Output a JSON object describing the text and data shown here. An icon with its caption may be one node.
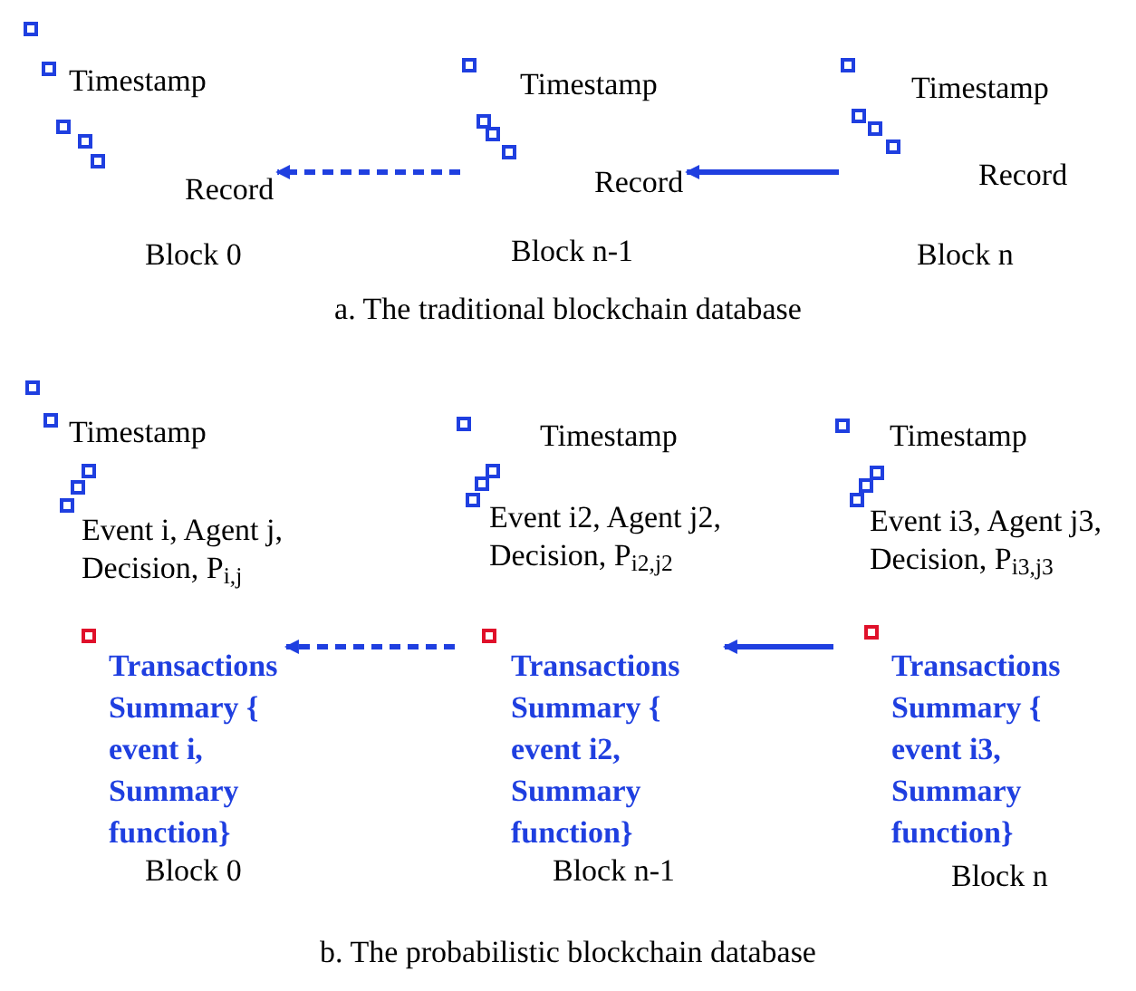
{
  "diagram": {
    "nodes": [
      {
        "text": [
          "Timestamp",
          "Record",
          "Block 0"
        ]
      },
      {
        "text": [
          "Timestamp",
          "Record",
          "Block n-1"
        ]
      },
      {
        "text": [
          "Timestamp",
          "Record",
          "Block n"
        ]
      },
      {
        "text": [
          "Timestamp",
          "Event i, Agent j, Decision, P$_{i,j}$",
          "Transactions Summary { event i, Summary function}",
          "Block 0"
        ]
      },
      {
        "text": [
          "Timestamp",
          "Event i2, Agent j2, Decision, P$_{i2,j2}$",
          "Transactions Summary { event i2, Summary function}",
          "Block n-1"
        ]
      },
      {
        "text": [
          "Timestamp",
          "Event i3, Agent j3, Decision, P$_{i3,j3}$",
          "Transactions Summary { event i3, Summary function}",
          "Block n"
        ]
      }
    ],
    "edges": [
      {
        "from": 1,
        "to": 0,
        "arrow": "to",
        "style": "dashed"
      },
      {
        "from": 2,
        "to": 1,
        "arrow": "to"
      },
      {
        "from": 4,
        "to": 3,
        "arrow": "to",
        "style": "dashed"
      },
      {
        "from": 5,
        "to": 4,
        "arrow": "to"
      }
    ],
    "labels": [
      "a. The traditional blockchain database",
      "b. The probabilistic blockchain database"
    ]
  }
}
